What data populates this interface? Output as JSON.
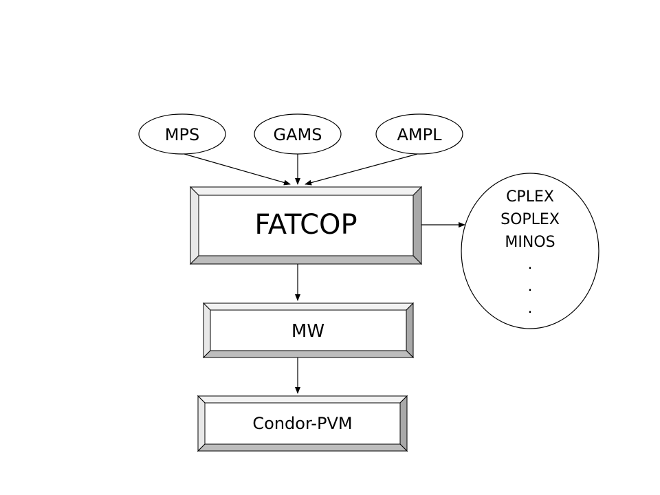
{
  "inputs": [
    {
      "id": "mps",
      "label": "MPS"
    },
    {
      "id": "gams",
      "label": "GAMS"
    },
    {
      "id": "ampl",
      "label": "AMPL"
    }
  ],
  "main": {
    "label": "FATCOP"
  },
  "middleware": {
    "label": "MW"
  },
  "platform": {
    "label": "Condor-PVM"
  },
  "solvers": {
    "lines": [
      "CPLEX",
      "SOPLEX",
      "MINOS",
      ".",
      ".",
      "."
    ]
  }
}
